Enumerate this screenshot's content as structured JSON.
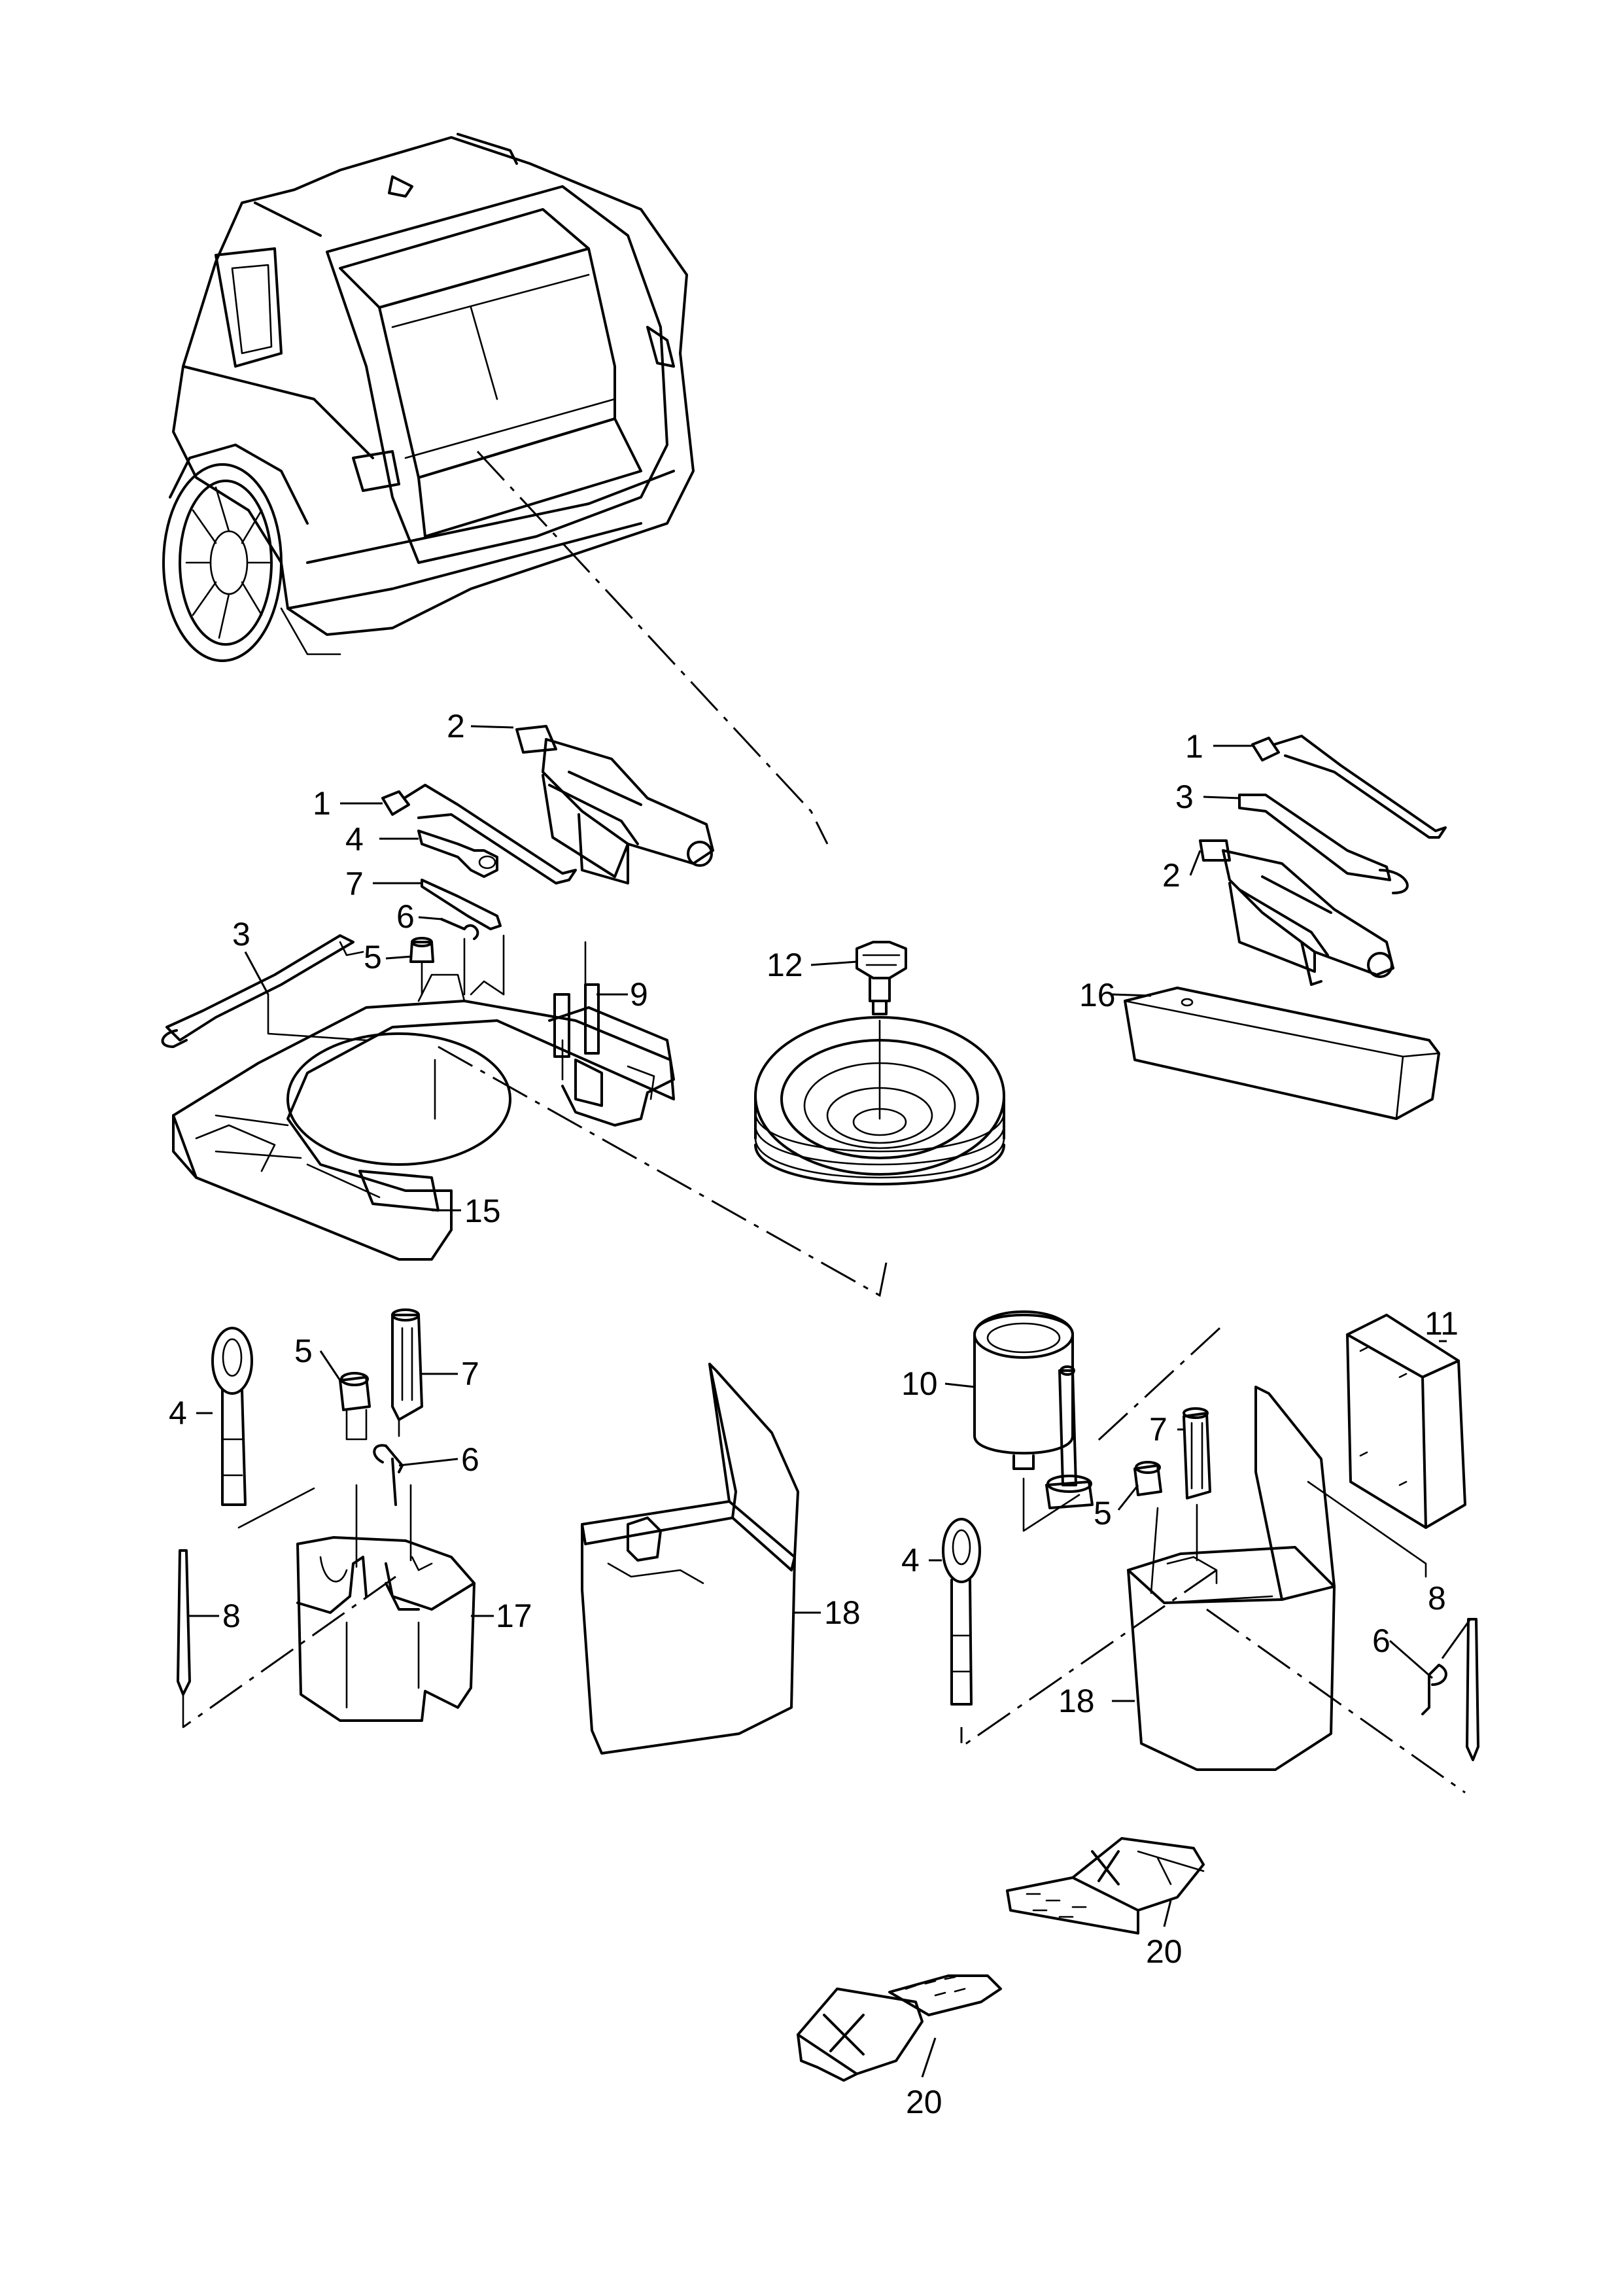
{
  "callouts": {
    "c_jack_tl": "2",
    "c_wrench_tl": "1",
    "c_eye_tl": "4",
    "c_screwdriver_tl": "7",
    "c_hook_tl": "6",
    "c_cap_tl": "5",
    "c_strap_tl": "3",
    "c_bar_tl": "9",
    "c_tray": "15",
    "c_bolt": "12",
    "c_wrench_tr": "1",
    "c_strap_tr": "3",
    "c_jack_tr": "2",
    "c_box": "16",
    "c_cap_ml": "5",
    "c_screw_ml": "7",
    "c_eye_ml": "4",
    "c_hook_ml": "6",
    "c_pin_ml": "8",
    "c_holder": "17",
    "c_bag_mc": "18",
    "c_comp": "10",
    "c_case": "11",
    "c_screw_mr": "7",
    "c_cap_mr": "5",
    "c_eye_mr": "4",
    "c_pin_mr": "8",
    "c_hook_mr": "6",
    "c_bag_mr": "18",
    "c_chock_r": "20",
    "c_chock_l": "20"
  }
}
